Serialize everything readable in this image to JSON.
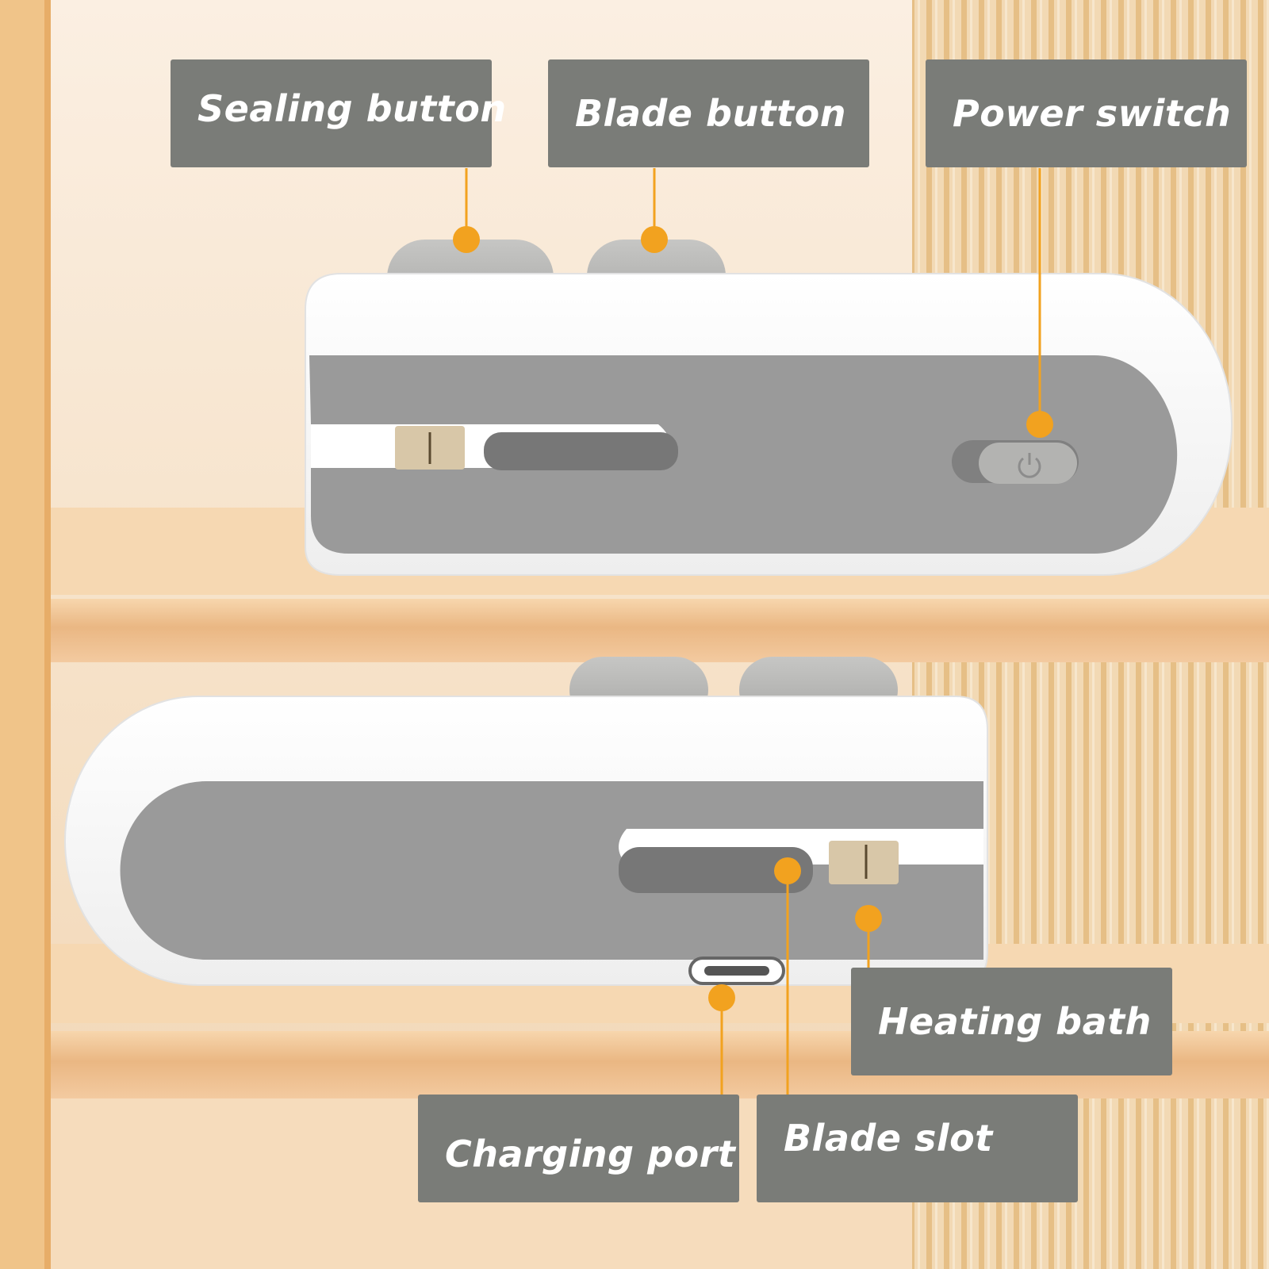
{
  "labels": {
    "sealing_button": "Sealing button",
    "blade_button": "Blade button",
    "power_switch": "Power switch",
    "heating_bath": "Heating bath",
    "charging_port": "Charging port",
    "blade_slot": "Blade slot"
  },
  "icons": {
    "power": "power-icon"
  },
  "colors": {
    "callout_bg": "#7a7c78",
    "callout_text": "#ffffff",
    "leader_line": "#f2a21f",
    "device_body": "#ffffff",
    "device_panel": "#9a9a9a",
    "button_gray": "#b3b3b1",
    "background_warm": "#f3dcc0"
  }
}
